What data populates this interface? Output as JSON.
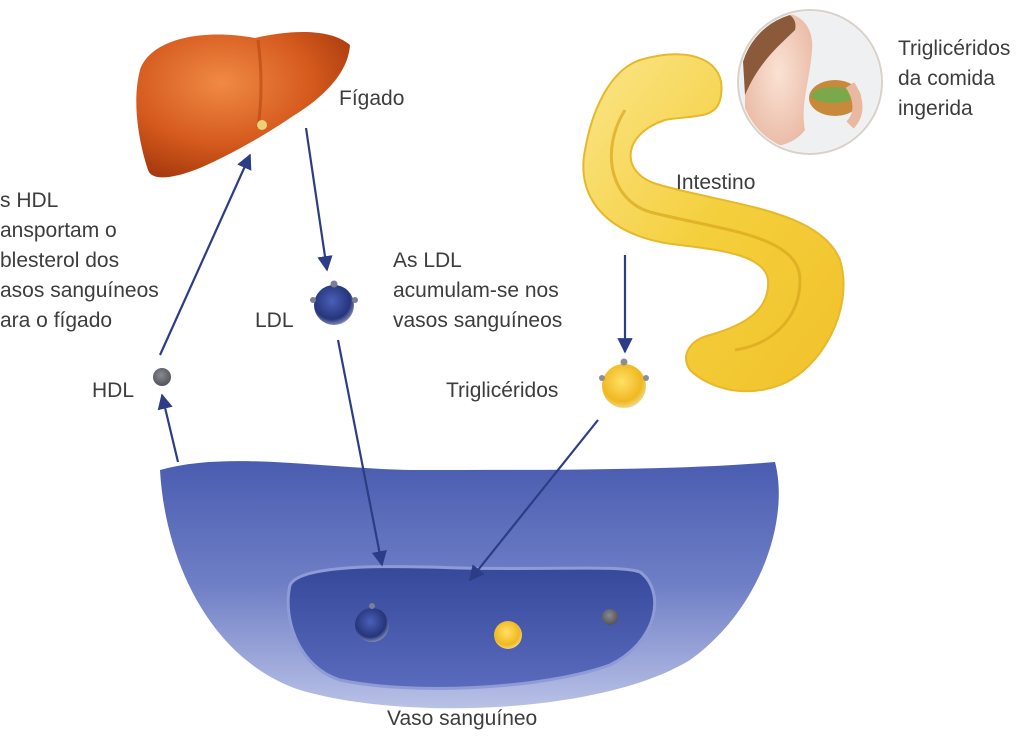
{
  "labels": {
    "liver": "Fígado",
    "intestine": "Intestino",
    "food_tg": "Triglicéridos\nda comida\ningerida",
    "hdl_text": "s HDL\nansportam o\nblesterol dos\nasos sanguíneos\nara o fígado",
    "ldl_text": "As LDL\nacumulam-se nos\nvasos sanguíneos",
    "ldl": "LDL",
    "hdl": "HDL",
    "triglycerides": "Triglicéridos",
    "vessel": "Vaso sanguíneo"
  },
  "icons": {
    "liver": "liver-icon",
    "intestine": "intestine-icon",
    "person": "person-eating-icon",
    "ldl_particle": "ldl-particle-icon",
    "hdl_particle": "hdl-particle-icon",
    "tg_particle": "triglyceride-particle-icon",
    "vessel": "blood-vessel-icon"
  },
  "colors": {
    "liver": "#d2561e",
    "intestine": "#f3cf3a",
    "vessel": "#3d4f9e",
    "arrow": "#2c3d86",
    "ldl": "#2b3a7a",
    "tg": "#f0b820",
    "hdl": "#6a6a70"
  }
}
